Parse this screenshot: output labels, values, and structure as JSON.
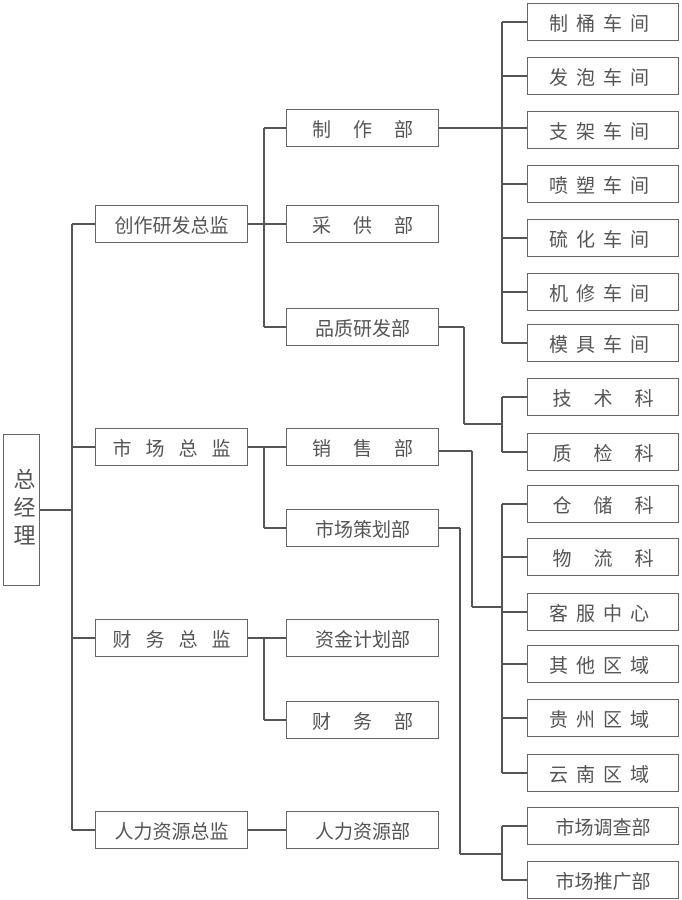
{
  "root": {
    "label": "总经理"
  },
  "level1": [
    {
      "id": "rd",
      "label": "创作研发总监"
    },
    {
      "id": "mkt",
      "label": "市场总监"
    },
    {
      "id": "fin",
      "label": "财务总监"
    },
    {
      "id": "hr",
      "label": "人力资源总监"
    }
  ],
  "level2": [
    {
      "id": "prod",
      "parent": "rd",
      "label": "制作部"
    },
    {
      "id": "purch",
      "parent": "rd",
      "label": "采供部"
    },
    {
      "id": "qrd",
      "parent": "rd",
      "label": "品质研发部"
    },
    {
      "id": "sales",
      "parent": "mkt",
      "label": "销售部"
    },
    {
      "id": "plan",
      "parent": "mkt",
      "label": "市场策划部"
    },
    {
      "id": "fund",
      "parent": "fin",
      "label": "资金计划部"
    },
    {
      "id": "finance",
      "parent": "fin",
      "label": "财务部"
    },
    {
      "id": "hrdept",
      "parent": "hr",
      "label": "人力资源部"
    }
  ],
  "level3": [
    {
      "parent": "prod",
      "label": "制桶车间"
    },
    {
      "parent": "prod",
      "label": "发泡车间"
    },
    {
      "parent": "prod",
      "label": "支架车间"
    },
    {
      "parent": "prod",
      "label": "喷塑车间"
    },
    {
      "parent": "prod",
      "label": "硫化车间"
    },
    {
      "parent": "prod",
      "label": "机修车间"
    },
    {
      "parent": "prod",
      "label": "模具车间"
    },
    {
      "parent": "qrd",
      "label": "技术科"
    },
    {
      "parent": "qrd",
      "label": "质检科"
    },
    {
      "parent": "sales",
      "label": "仓储科"
    },
    {
      "parent": "sales",
      "label": "物流科"
    },
    {
      "parent": "sales",
      "label": "客服中心"
    },
    {
      "parent": "sales",
      "label": "其他区域"
    },
    {
      "parent": "sales",
      "label": "贵州区域"
    },
    {
      "parent": "sales",
      "label": "云南区域"
    },
    {
      "parent": "plan",
      "label": "市场调查部"
    },
    {
      "parent": "plan",
      "label": "市场推广部"
    }
  ]
}
